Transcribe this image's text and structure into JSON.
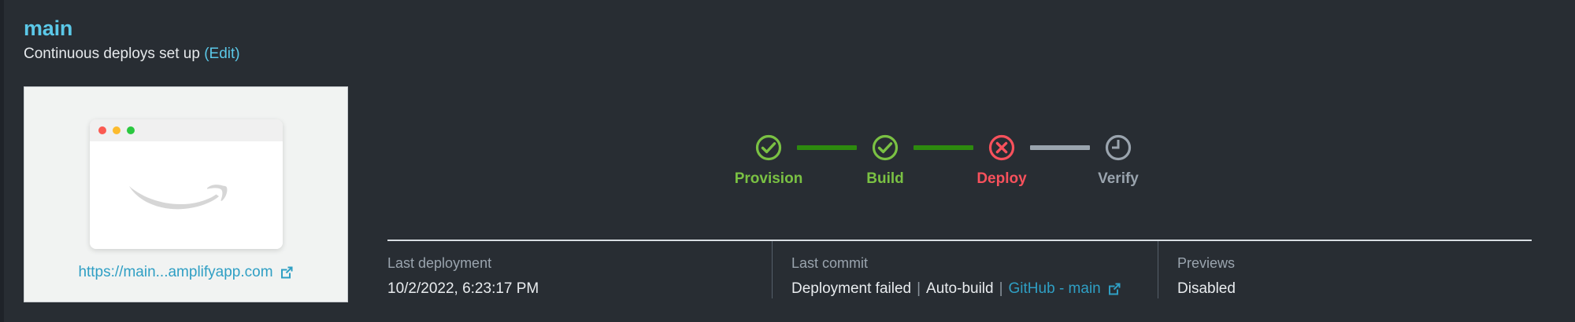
{
  "branch": {
    "name": "main",
    "subtitle": "Continuous deploys set up",
    "edit_label": "(Edit)"
  },
  "preview": {
    "url_label": "https://main...amplifyapp.com",
    "external_icon": "external-link-icon",
    "window_dots": [
      "red",
      "yellow",
      "green"
    ]
  },
  "pipeline": {
    "stages": [
      {
        "label": "Provision",
        "status": "success",
        "icon": "check-circle-icon",
        "color": "#7ac143"
      },
      {
        "label": "Build",
        "status": "success",
        "icon": "check-circle-icon",
        "color": "#7ac143"
      },
      {
        "label": "Deploy",
        "status": "failed",
        "icon": "x-circle-icon",
        "color": "#f8515c"
      },
      {
        "label": "Verify",
        "status": "pending",
        "icon": "clock-icon",
        "color": "#9aa4ae"
      }
    ],
    "connectors": [
      {
        "color": "#2d8a0e",
        "state": "complete"
      },
      {
        "color": "#2d8a0e",
        "state": "complete"
      },
      {
        "color": "#9aa4ae",
        "state": "pending"
      }
    ]
  },
  "details": {
    "last_deployment": {
      "label": "Last deployment",
      "value": "10/2/2022, 6:23:17 PM"
    },
    "last_commit": {
      "label": "Last commit",
      "message": "Deployment failed",
      "separator": "|",
      "trigger": "Auto-build",
      "link_label": "GitHub - main",
      "external_icon": "external-link-icon"
    },
    "previews": {
      "label": "Previews",
      "value": "Disabled"
    }
  },
  "colors": {
    "background": "#282d33",
    "accent_link": "#5bc8e8",
    "success": "#7ac143",
    "error": "#f8515c",
    "pending": "#9aa4ae",
    "card_bg": "#f1f3f2"
  }
}
